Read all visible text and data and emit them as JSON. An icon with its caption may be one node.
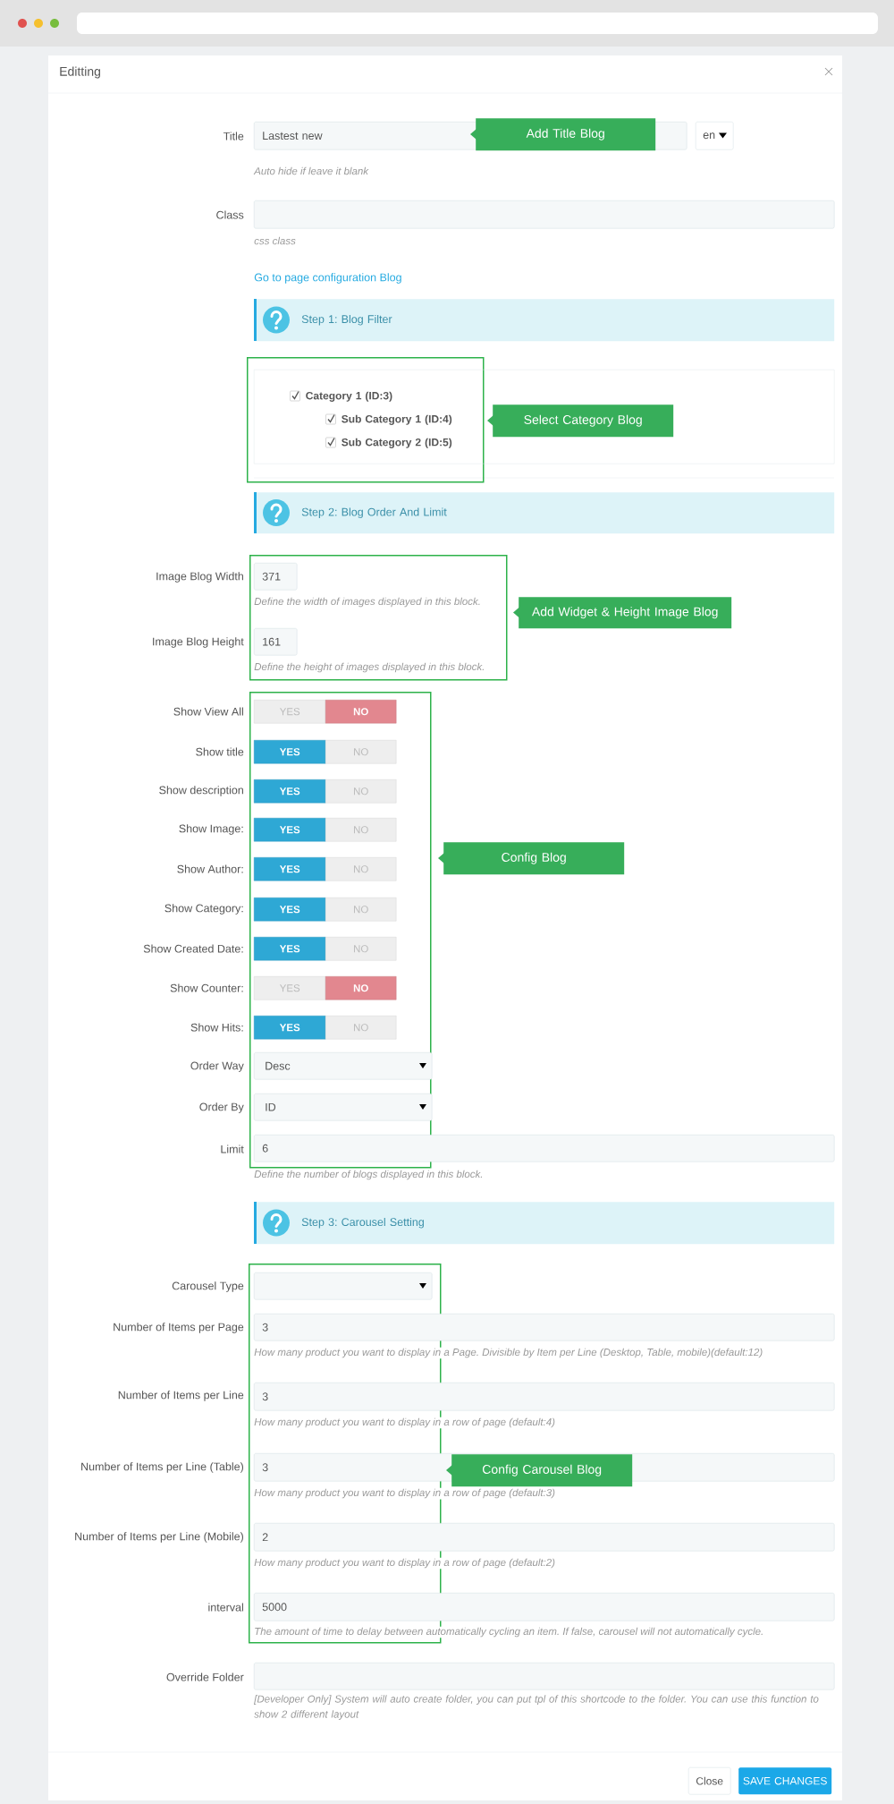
{
  "diagram": {
    "title": "Editting",
    "nodes": [
      {
        "text": [
          "Lastest new"
        ]
      },
      {
        "text": [
          "Add Title Blog"
        ]
      },
      {
        "text": [
          "en"
        ]
      },
      {
        "text": [],
        "shape": "box"
      },
      {
        "text": [
          "Step 1: Blog Filter"
        ]
      },
      {
        "text": [
          "Category 1 (ID:3)",
          "Sub Category 1 (ID:4)",
          "Sub Category 2 (ID:5)"
        ]
      },
      {
        "text": [],
        "shape": "box"
      },
      {
        "text": [
          "Select Category Blog"
        ],
        "in": 6
      },
      {
        "text": [
          "Step 2: Blog Order And Limit"
        ]
      },
      {
        "text": [],
        "shape": "box"
      },
      {
        "text": [
          "371"
        ],
        "in": 9
      },
      {
        "text": [
          "Add Widget & Height Image Blog"
        ]
      },
      {
        "text": [
          "161"
        ],
        "in": 9
      },
      {
        "text": [],
        "shape": "box"
      },
      {
        "text": [
          "YES"
        ],
        "in": 13
      },
      {
        "text": [
          "NO"
        ],
        "in": 13
      },
      {
        "text": [
          "YES"
        ],
        "in": 13
      },
      {
        "text": [
          "NO"
        ],
        "in": 13
      },
      {
        "text": [
          "YES"
        ],
        "in": 13
      },
      {
        "text": [
          "NO"
        ],
        "in": 13
      },
      {
        "text": [
          "YES"
        ],
        "in": 13
      },
      {
        "text": [
          "NO"
        ],
        "in": 13
      },
      {
        "text": [
          "YES"
        ],
        "in": 13
      },
      {
        "text": [
          "NO"
        ],
        "in": 13
      },
      {
        "text": [
          "YES"
        ],
        "in": 13
      },
      {
        "text": [
          "NO"
        ],
        "in": 13
      },
      {
        "text": [
          "YES"
        ],
        "in": 13
      },
      {
        "text": [
          "NO"
        ],
        "in": 13
      },
      {
        "text": [
          "YES"
        ],
        "in": 13
      },
      {
        "text": [
          "NO"
        ],
        "in": 13
      },
      {
        "text": [
          "YES"
        ],
        "in": 13
      },
      {
        "text": [
          "NO"
        ],
        "in": 13
      },
      {
        "text": [
          "Config Blog"
        ]
      },
      {
        "text": [
          "Desc"
        ],
        "in": 13
      },
      {
        "text": [
          "ID"
        ],
        "in": 13
      },
      {
        "text": [
          "6"
        ]
      },
      {
        "text": [
          "Step 3: Carousel Setting"
        ]
      },
      {
        "text": [],
        "shape": "box"
      },
      {
        "text": [],
        "shape": "box",
        "in": 37
      },
      {
        "text": [
          "3"
        ]
      },
      {
        "text": [
          "3"
        ]
      },
      {
        "text": [
          "3"
        ]
      },
      {
        "text": [
          "Config Carousel Blog"
        ]
      },
      {
        "text": [
          "2"
        ]
      },
      {
        "text": [
          "5000"
        ]
      },
      {
        "text": [],
        "shape": "box"
      },
      {
        "text": [
          "Close"
        ]
      },
      {
        "text": [
          "SAVE CHANGES"
        ]
      }
    ],
    "labels": [
      "Title",
      "Auto hide if leave it blank",
      "Class",
      "css class",
      "Go to page configuration Blog",
      "Image Blog Width",
      "Define the width of images displayed in this block.",
      "Image Blog Height",
      "Define the height of images displayed in this block.",
      "Show View All",
      "Show title",
      "Show description",
      "Show Image:",
      "Show Author:",
      "Show Category:",
      "Show Created Date:",
      "Show Counter:",
      "Show Hits:",
      "Order Way",
      "Order By",
      "Limit",
      "Define the number of blogs displayed in this block.",
      "Carousel Type",
      "Number of Items per Page",
      "How many product you want to display in a Page. Divisible by Item per Line (Desktop, Table, mobile)(default:12)",
      "Number of Items per Line",
      "How many product you want to display in a row of page (default:4)",
      "Number of Items per Line (Table)",
      "How many product you want to display in a row of page (default:3)",
      "Number of Items per Line (Mobile)",
      "How many product you want to display in a row of page (default:2)",
      "interval",
      "The amount of time to delay between automatically cycling an item. If false, carousel will not automatically cycle.",
      "Override Folder",
      "[Developer Only] System will auto create folder, you can put tpl of this shortcode to the folder. You can use this function to show 2 different layout"
    ]
  }
}
